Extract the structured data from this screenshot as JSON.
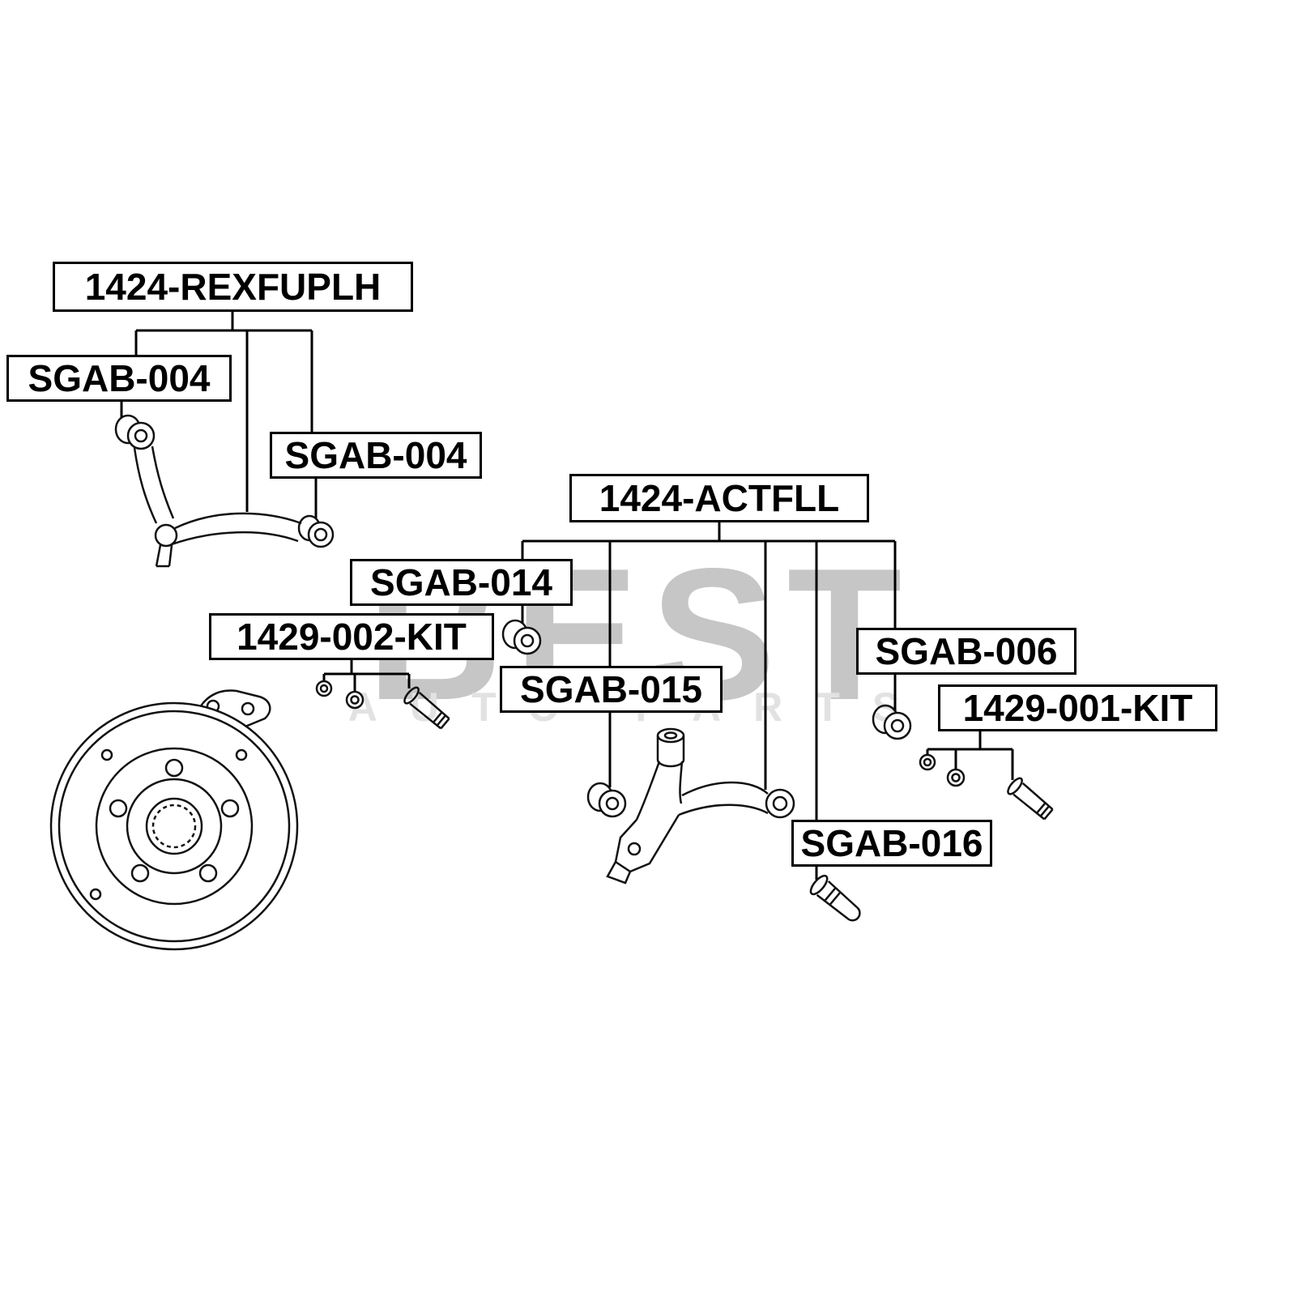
{
  "diagram": {
    "watermark": {
      "title": "BEST",
      "subtitle": "AUTO PARTS"
    },
    "labels": [
      {
        "text": "1424-REXFUPLH"
      },
      {
        "text": "SGAB-004"
      },
      {
        "text": "SGAB-004"
      },
      {
        "text": "1424-ACTFLL"
      },
      {
        "text": "SGAB-014"
      },
      {
        "text": "1429-002-KIT"
      },
      {
        "text": "SGAB-015"
      },
      {
        "text": "SGAB-006"
      },
      {
        "text": "1429-001-KIT"
      },
      {
        "text": "SGAB-016"
      }
    ],
    "relationships": [
      {
        "parent": "1424-REXFUPLH",
        "children": [
          "SGAB-004",
          "SGAB-004"
        ]
      },
      {
        "parent": "1424-ACTFLL",
        "children": [
          "SGAB-014",
          "SGAB-015",
          "SGAB-006",
          "SGAB-016"
        ]
      },
      {
        "kits": [
          "1429-002-KIT",
          "1429-001-KIT"
        ]
      }
    ],
    "colors": {
      "line": "#000000",
      "box_border": "#000000",
      "background": "#ffffff",
      "watermark": "#c6c6c6",
      "watermark_subtitle": "#e2e2e2"
    }
  }
}
